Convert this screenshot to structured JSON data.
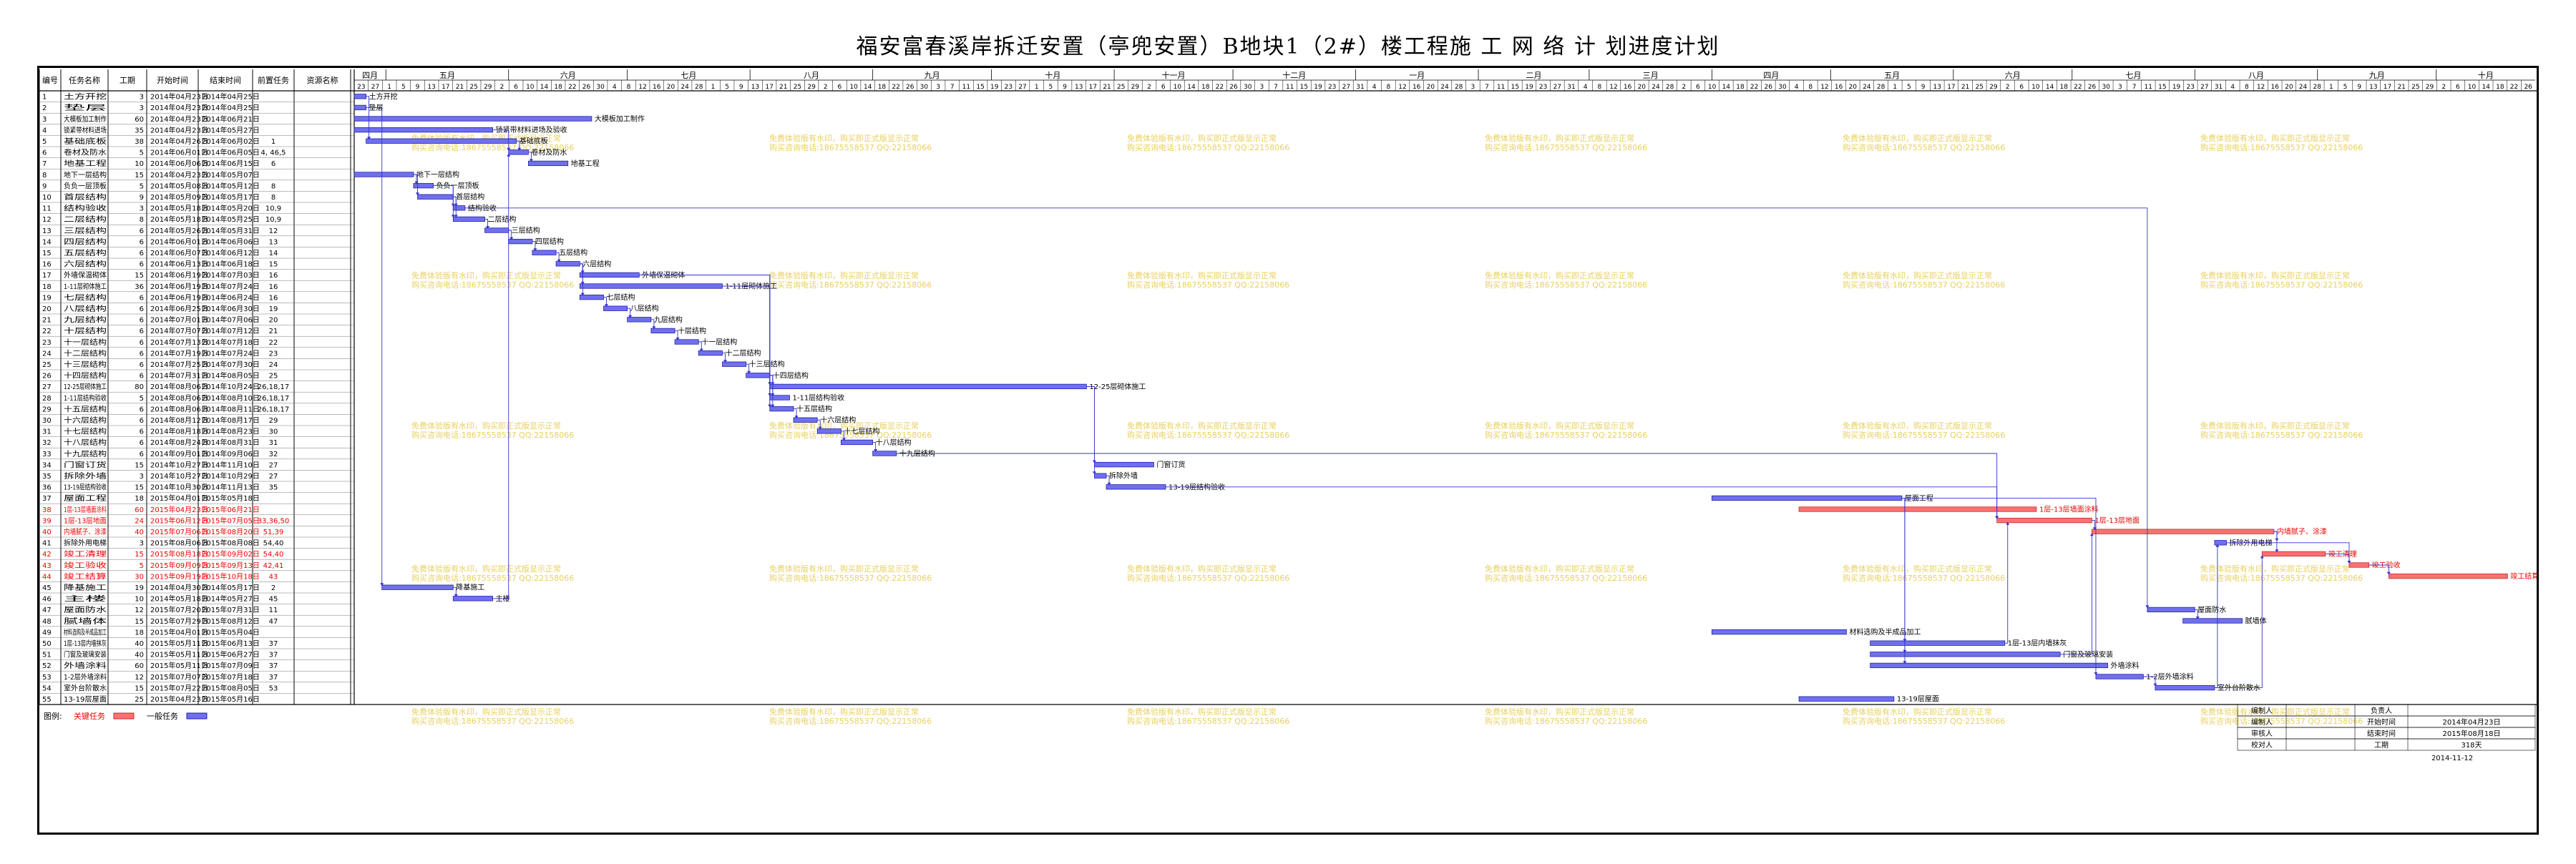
{
  "title": "福安富春溪岸拆迁安置（亭兜安置）B地块1（2#）楼工程施 工 网 络 计 划进度计划",
  "table_headers": [
    "编号",
    "任务名称",
    "工期",
    "开始时间",
    "结束时间",
    "前置任务",
    "资源名称"
  ],
  "timescale": {
    "months": [
      "四月",
      "五月",
      "六月",
      "七月",
      "八月",
      "九月",
      "十月",
      "十一月",
      "十二月",
      "一月",
      "二月",
      "三月",
      "四月",
      "五月",
      "六月",
      "七月",
      "八月",
      "九月",
      "十月"
    ],
    "days_row": [
      "23",
      "27",
      "1",
      "5",
      "9",
      "13",
      "17",
      "21",
      "25",
      "29",
      "2",
      "6",
      "10",
      "14",
      "18",
      "22",
      "26",
      "30",
      "4",
      "8",
      "12",
      "16",
      "20",
      "24",
      "28",
      "1",
      "5",
      "9",
      "13",
      "17",
      "21",
      "25",
      "29",
      "2",
      "6",
      "10",
      "14",
      "18",
      "22",
      "26",
      "30",
      "3",
      "7",
      "11",
      "15",
      "19",
      "23",
      "27",
      "1",
      "5",
      "9",
      "13",
      "17",
      "21",
      "25",
      "29",
      "2",
      "6",
      "10",
      "14",
      "18",
      "22",
      "26",
      "30",
      "3",
      "7",
      "11",
      "15",
      "19",
      "23",
      "27",
      "31",
      "4",
      "8",
      "12",
      "16",
      "20",
      "24",
      "28",
      "3",
      "7",
      "11",
      "15",
      "19",
      "23",
      "27",
      "31",
      "4",
      "8",
      "12",
      "16",
      "20",
      "24",
      "28",
      "2",
      "6",
      "10",
      "14",
      "18",
      "22",
      "26",
      "30",
      "4",
      "8",
      "12",
      "16",
      "20",
      "24",
      "28",
      "1",
      "5",
      "9",
      "13",
      "17",
      "21",
      "25",
      "29",
      "2",
      "6",
      "10",
      "14",
      "18",
      "22",
      "26",
      "30",
      "3",
      "7",
      "11",
      "15",
      "19",
      "23",
      "27",
      "31",
      "4",
      "8",
      "12",
      "16",
      "20",
      "24",
      "28",
      "1",
      "5",
      "9",
      "13",
      "17",
      "21",
      "25",
      "29",
      "2",
      "6",
      "10",
      "14",
      "18",
      "22",
      "26"
    ]
  },
  "watermark": {
    "line1": "免费体验版有水印，购买即正式版显示正常",
    "line2": "购买咨询电话:18675558537 QQ:22158066"
  },
  "legend": {
    "label": "图例:",
    "critical": "关键任务",
    "normal": "一般任务"
  },
  "info_box": {
    "rows": [
      [
        "编制人",
        "",
        "负责人",
        ""
      ],
      [
        "编制人",
        "",
        "开始时间",
        "2014年04月23日"
      ],
      [
        "审核人",
        "",
        "结束时间",
        "2015年08月18日"
      ],
      [
        "校对人",
        "",
        "工期",
        "318天"
      ]
    ],
    "date": "2014-11-12"
  },
  "colors": {
    "critical": "#ff7070",
    "normal": "#7070ee",
    "link": "#3333cc",
    "watermark": "#e8d060"
  },
  "chart_data": {
    "type": "gantt",
    "tasks": [
      {
        "id": "1",
        "name": "土方开挖",
        "dur": "3",
        "start": "2014年04月23日",
        "end": "2014年04月25日",
        "pred": "",
        "crit": false,
        "label": "土方开挖"
      },
      {
        "id": "2",
        "name": "垫层",
        "dur": "3",
        "start": "2014年04月23日",
        "end": "2014年04月25日",
        "pred": "",
        "crit": false,
        "label": "垫层"
      },
      {
        "id": "3",
        "name": "大模板加工制作",
        "dur": "60",
        "start": "2014年04月23日",
        "end": "2014年06月21日",
        "pred": "",
        "crit": false,
        "label": "大模板加工制作"
      },
      {
        "id": "4",
        "name": "锁紧带材料进场",
        "dur": "35",
        "start": "2014年04月23日",
        "end": "2014年05月27日",
        "pred": "",
        "crit": false,
        "label": "锁紧带材料进场及验收"
      },
      {
        "id": "5",
        "name": "基础底板",
        "dur": "38",
        "start": "2014年04月26日",
        "end": "2014年06月02日",
        "pred": "1",
        "crit": false,
        "label": "基础底板"
      },
      {
        "id": "6",
        "name": "卷材及防水",
        "dur": "5",
        "start": "2014年06月01日",
        "end": "2014年06月05日",
        "pred": "4, 46,5",
        "crit": false,
        "label": "卷材及防水"
      },
      {
        "id": "7",
        "name": "地基工程",
        "dur": "10",
        "start": "2014年06月06日",
        "end": "2014年06月15日",
        "pred": "6",
        "crit": false,
        "label": "地基工程"
      },
      {
        "id": "8",
        "name": "地下一层结构",
        "dur": "15",
        "start": "2014年04月23日",
        "end": "2014年05月07日",
        "pred": "",
        "crit": false,
        "label": "地下一层结构"
      },
      {
        "id": "9",
        "name": "负负一层顶板",
        "dur": "5",
        "start": "2014年05月08日",
        "end": "2014年05月12日",
        "pred": "8",
        "crit": false,
        "label": "负负一层顶板"
      },
      {
        "id": "10",
        "name": "首层结构",
        "dur": "9",
        "start": "2014年05月09日",
        "end": "2014年05月17日",
        "pred": "8",
        "crit": false,
        "label": "首层结构"
      },
      {
        "id": "11",
        "name": "结构验收",
        "dur": "3",
        "start": "2014年05月18日",
        "end": "2014年05月20日",
        "pred": "10,9",
        "crit": false,
        "label": "结构验收"
      },
      {
        "id": "12",
        "name": "二层结构",
        "dur": "8",
        "start": "2014年05月18日",
        "end": "2014年05月25日",
        "pred": "10,9",
        "crit": false,
        "label": "二层结构"
      },
      {
        "id": "13",
        "name": "三层结构",
        "dur": "6",
        "start": "2014年05月26日",
        "end": "2014年05月31日",
        "pred": "12",
        "crit": false,
        "label": "三层结构"
      },
      {
        "id": "14",
        "name": "四层结构",
        "dur": "6",
        "start": "2014年06月01日",
        "end": "2014年06月06日",
        "pred": "13",
        "crit": false,
        "label": "四层结构"
      },
      {
        "id": "15",
        "name": "五层结构",
        "dur": "6",
        "start": "2014年06月07日",
        "end": "2014年06月12日",
        "pred": "14",
        "crit": false,
        "label": "五层结构"
      },
      {
        "id": "16",
        "name": "六层结构",
        "dur": "6",
        "start": "2014年06月13日",
        "end": "2014年06月18日",
        "pred": "15",
        "crit": false,
        "label": "六层结构"
      },
      {
        "id": "17",
        "name": "外墙保温砌体",
        "dur": "15",
        "start": "2014年06月19日",
        "end": "2014年07月03日",
        "pred": "16",
        "crit": false,
        "label": "外墙保温砌体"
      },
      {
        "id": "18",
        "name": "1-11层砌体施工",
        "dur": "36",
        "start": "2014年06月19日",
        "end": "2014年07月24日",
        "pred": "16",
        "crit": false,
        "label": "1-11层砌体施工"
      },
      {
        "id": "19",
        "name": "七层结构",
        "dur": "6",
        "start": "2014年06月19日",
        "end": "2014年06月24日",
        "pred": "16",
        "crit": false,
        "label": "七层结构"
      },
      {
        "id": "20",
        "name": "八层结构",
        "dur": "6",
        "start": "2014年06月25日",
        "end": "2014年06月30日",
        "pred": "19",
        "crit": false,
        "label": "八层结构"
      },
      {
        "id": "21",
        "name": "九层结构",
        "dur": "6",
        "start": "2014年07月01日",
        "end": "2014年07月06日",
        "pred": "20",
        "crit": false,
        "label": "九层结构"
      },
      {
        "id": "22",
        "name": "十层结构",
        "dur": "6",
        "start": "2014年07月07日",
        "end": "2014年07月12日",
        "pred": "21",
        "crit": false,
        "label": "十层结构"
      },
      {
        "id": "23",
        "name": "十一层结构",
        "dur": "6",
        "start": "2014年07月13日",
        "end": "2014年07月18日",
        "pred": "22",
        "crit": false,
        "label": "十一层结构"
      },
      {
        "id": "24",
        "name": "十二层结构",
        "dur": "6",
        "start": "2014年07月19日",
        "end": "2014年07月24日",
        "pred": "23",
        "crit": false,
        "label": "十二层结构"
      },
      {
        "id": "25",
        "name": "十三层结构",
        "dur": "6",
        "start": "2014年07月25日",
        "end": "2014年07月30日",
        "pred": "24",
        "crit": false,
        "label": "十三层结构"
      },
      {
        "id": "26",
        "name": "十四层结构",
        "dur": "6",
        "start": "2014年07月31日",
        "end": "2014年08月05日",
        "pred": "25",
        "crit": false,
        "label": "十四层结构"
      },
      {
        "id": "27",
        "name": "12-25层砌体施工",
        "dur": "80",
        "start": "2014年08月06日",
        "end": "2014年10月24日",
        "pred": "26,18,17",
        "crit": false,
        "label": "12-25层砌体施工"
      },
      {
        "id": "28",
        "name": "1-11层结构验收",
        "dur": "5",
        "start": "2014年08月06日",
        "end": "2014年08月10日",
        "pred": "26,18,17",
        "crit": false,
        "label": "1-11层结构验收"
      },
      {
        "id": "29",
        "name": "十五层结构",
        "dur": "6",
        "start": "2014年08月06日",
        "end": "2014年08月11日",
        "pred": "26,18,17",
        "crit": false,
        "label": "十五层结构"
      },
      {
        "id": "30",
        "name": "十六层结构",
        "dur": "6",
        "start": "2014年08月12日",
        "end": "2014年08月17日",
        "pred": "29",
        "crit": false,
        "label": "十六层结构"
      },
      {
        "id": "31",
        "name": "十七层结构",
        "dur": "6",
        "start": "2014年08月18日",
        "end": "2014年08月23日",
        "pred": "30",
        "crit": false,
        "label": "十七层结构"
      },
      {
        "id": "32",
        "name": "十八层结构",
        "dur": "6",
        "start": "2014年08月24日",
        "end": "2014年08月31日",
        "pred": "31",
        "crit": false,
        "label": "十八层结构"
      },
      {
        "id": "33",
        "name": "十九层结构",
        "dur": "6",
        "start": "2014年09月01日",
        "end": "2014年09月06日",
        "pred": "32",
        "crit": false,
        "label": "十九层结构"
      },
      {
        "id": "34",
        "name": "门窗订货",
        "dur": "15",
        "start": "2014年10月27日",
        "end": "2014年11月10日",
        "pred": "27",
        "crit": false,
        "label": "门窗订货"
      },
      {
        "id": "35",
        "name": "拆除外墙",
        "dur": "3",
        "start": "2014年10月27日",
        "end": "2014年10月29日",
        "pred": "27",
        "crit": false,
        "label": "拆除外墙"
      },
      {
        "id": "36",
        "name": "13-19层结构验收",
        "dur": "15",
        "start": "2014年10月30日",
        "end": "2014年11月13日",
        "pred": "35",
        "crit": false,
        "label": "13-19层结构验收"
      },
      {
        "id": "37",
        "name": "屋面工程",
        "dur": "18",
        "start": "2015年04月01日",
        "end": "2015年05月18日",
        "pred": "",
        "crit": false,
        "label": "屋面工程"
      },
      {
        "id": "38",
        "name": "1层-13层墙面涂料",
        "dur": "60",
        "start": "2015年04月23日",
        "end": "2015年06月21日",
        "pred": "",
        "crit": true,
        "label": "1层-13层墙面涂料"
      },
      {
        "id": "39",
        "name": "1层-13层地面",
        "dur": "24",
        "start": "2015年06月12日",
        "end": "2015年07月05日",
        "pred": "33,36,50",
        "crit": true,
        "label": "1层-13层地面"
      },
      {
        "id": "40",
        "name": "内墙腻子、涂漆",
        "dur": "40",
        "start": "2015年07月06日",
        "end": "2015年08月20日",
        "pred": "51,39",
        "crit": true,
        "label": "内墙腻子、涂漆"
      },
      {
        "id": "41",
        "name": "拆除外用电梯",
        "dur": "3",
        "start": "2015年08月06日",
        "end": "2015年08月08日",
        "pred": "54,40",
        "crit": false,
        "label": "拆除外用电梯"
      },
      {
        "id": "42",
        "name": "竣工清理",
        "dur": "15",
        "start": "2015年08月18日",
        "end": "2015年09月02日",
        "pred": "54,40",
        "crit": true,
        "label": "竣工清理"
      },
      {
        "id": "43",
        "name": "竣工验收",
        "dur": "5",
        "start": "2015年09月09日",
        "end": "2015年09月13日",
        "pred": "42,41",
        "crit": true,
        "label": "竣工验收"
      },
      {
        "id": "44",
        "name": "竣工结算",
        "dur": "30",
        "start": "2015年09月19日",
        "end": "2015年10月18日",
        "pred": "43",
        "crit": true,
        "label": "竣工结算"
      },
      {
        "id": "45",
        "name": "降基施工",
        "dur": "19",
        "start": "2014年04月30日",
        "end": "2014年05月17日",
        "pred": "2",
        "crit": false,
        "label": "降基施工"
      },
      {
        "id": "46",
        "name": "主楼",
        "dur": "10",
        "start": "2014年05月18日",
        "end": "2014年05月27日",
        "pred": "45",
        "crit": false,
        "label": "主楼"
      },
      {
        "id": "47",
        "name": "屋面防水",
        "dur": "12",
        "start": "2015年07月20日",
        "end": "2015年07月31日",
        "pred": "11",
        "crit": false,
        "label": "屋面防水"
      },
      {
        "id": "48",
        "name": "腻墙体",
        "dur": "15",
        "start": "2015年07月29日",
        "end": "2015年08月12日",
        "pred": "47",
        "crit": false,
        "label": "腻墙体"
      },
      {
        "id": "49",
        "name": "材料选购及半成品加工",
        "dur": "18",
        "start": "2015年04月01日",
        "end": "2015年05月04日",
        "pred": "",
        "crit": false,
        "label": "材料选购及半成品加工"
      },
      {
        "id": "50",
        "name": "1层-13层内墙抹灰",
        "dur": "40",
        "start": "2015年05月11日",
        "end": "2015年06月13日",
        "pred": "37",
        "crit": false,
        "label": "1层-13层内墙抹灰"
      },
      {
        "id": "51",
        "name": "门窗及玻璃安装",
        "dur": "40",
        "start": "2015年05月11日",
        "end": "2015年06月27日",
        "pred": "37",
        "crit": false,
        "label": "门窗及玻璃安装"
      },
      {
        "id": "52",
        "name": "外墙涂料",
        "dur": "60",
        "start": "2015年05月11日",
        "end": "2015年07月09日",
        "pred": "37",
        "crit": false,
        "label": "外墙涂料"
      },
      {
        "id": "53",
        "name": "1-2层外墙涂料",
        "dur": "12",
        "start": "2015年07月07日",
        "end": "2015年07月18日",
        "pred": "37",
        "crit": false,
        "label": "1-2层外墙涂料"
      },
      {
        "id": "54",
        "name": "室外台阶散水",
        "dur": "15",
        "start": "2015年07月22日",
        "end": "2015年08月05日",
        "pred": "53",
        "crit": false,
        "label": "室外台阶散水"
      },
      {
        "id": "55",
        "name": "13-19层屋面",
        "dur": "25",
        "start": "2015年04月23日",
        "end": "2015年05月16日",
        "pred": "",
        "crit": false,
        "label": "13-19层屋面"
      }
    ]
  }
}
